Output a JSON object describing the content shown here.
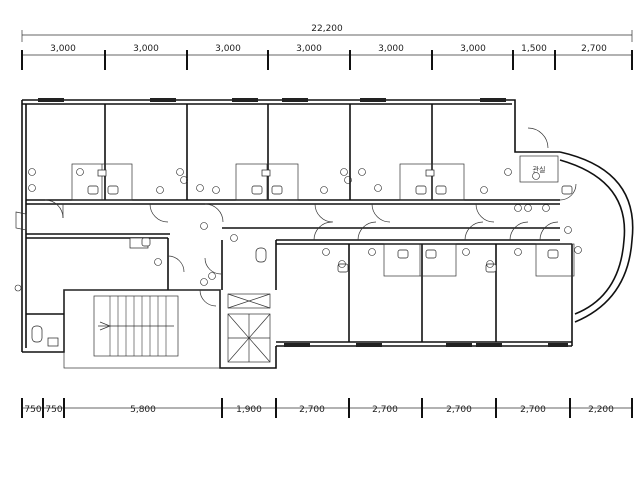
{
  "dimensions": {
    "top_total": "22,200",
    "top_segments": [
      "3,000",
      "3,000",
      "3,000",
      "3,000",
      "3,000",
      "3,000",
      "1,500",
      "2,700"
    ],
    "bottom_segments": [
      "750",
      "750",
      "5,800",
      "1,900",
      "2,700",
      "2,700",
      "2,700",
      "2,700",
      "2,200"
    ]
  },
  "labels": {
    "room_tag": "관실"
  },
  "colors": {
    "line": "#111111",
    "window": "#222222"
  }
}
